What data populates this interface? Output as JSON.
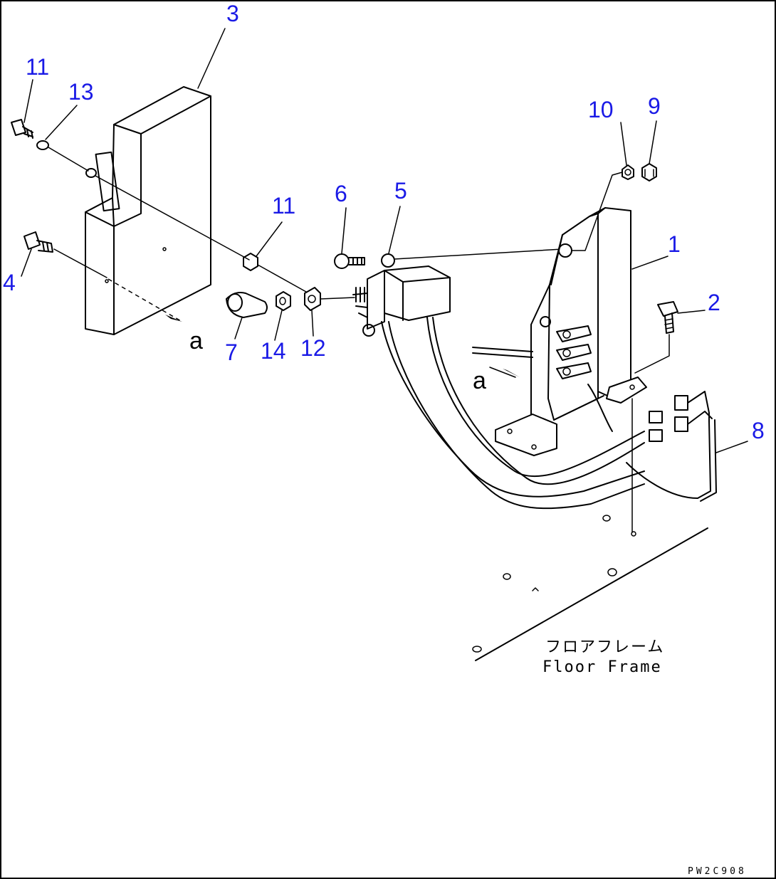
{
  "callouts": [
    {
      "id": "c3",
      "text": "3"
    },
    {
      "id": "c11a",
      "text": "11"
    },
    {
      "id": "c13",
      "text": "13"
    },
    {
      "id": "c10",
      "text": "10"
    },
    {
      "id": "c9",
      "text": "9"
    },
    {
      "id": "c6",
      "text": "6"
    },
    {
      "id": "c5",
      "text": "5"
    },
    {
      "id": "c11b",
      "text": "11"
    },
    {
      "id": "c1",
      "text": "1"
    },
    {
      "id": "c4",
      "text": "4"
    },
    {
      "id": "c2",
      "text": "2"
    },
    {
      "id": "c7",
      "text": "7"
    },
    {
      "id": "c14",
      "text": "14"
    },
    {
      "id": "c12",
      "text": "12"
    },
    {
      "id": "c8",
      "text": "8"
    }
  ],
  "view_marker_left": "a",
  "view_marker_right": "a",
  "floor_label_jp": "フロアフレーム",
  "floor_label_en": "Floor Frame",
  "drawing_code": "PW2C908",
  "colors": {
    "callout": "#1a1ae6",
    "line": "#000000",
    "background": "#ffffff"
  }
}
